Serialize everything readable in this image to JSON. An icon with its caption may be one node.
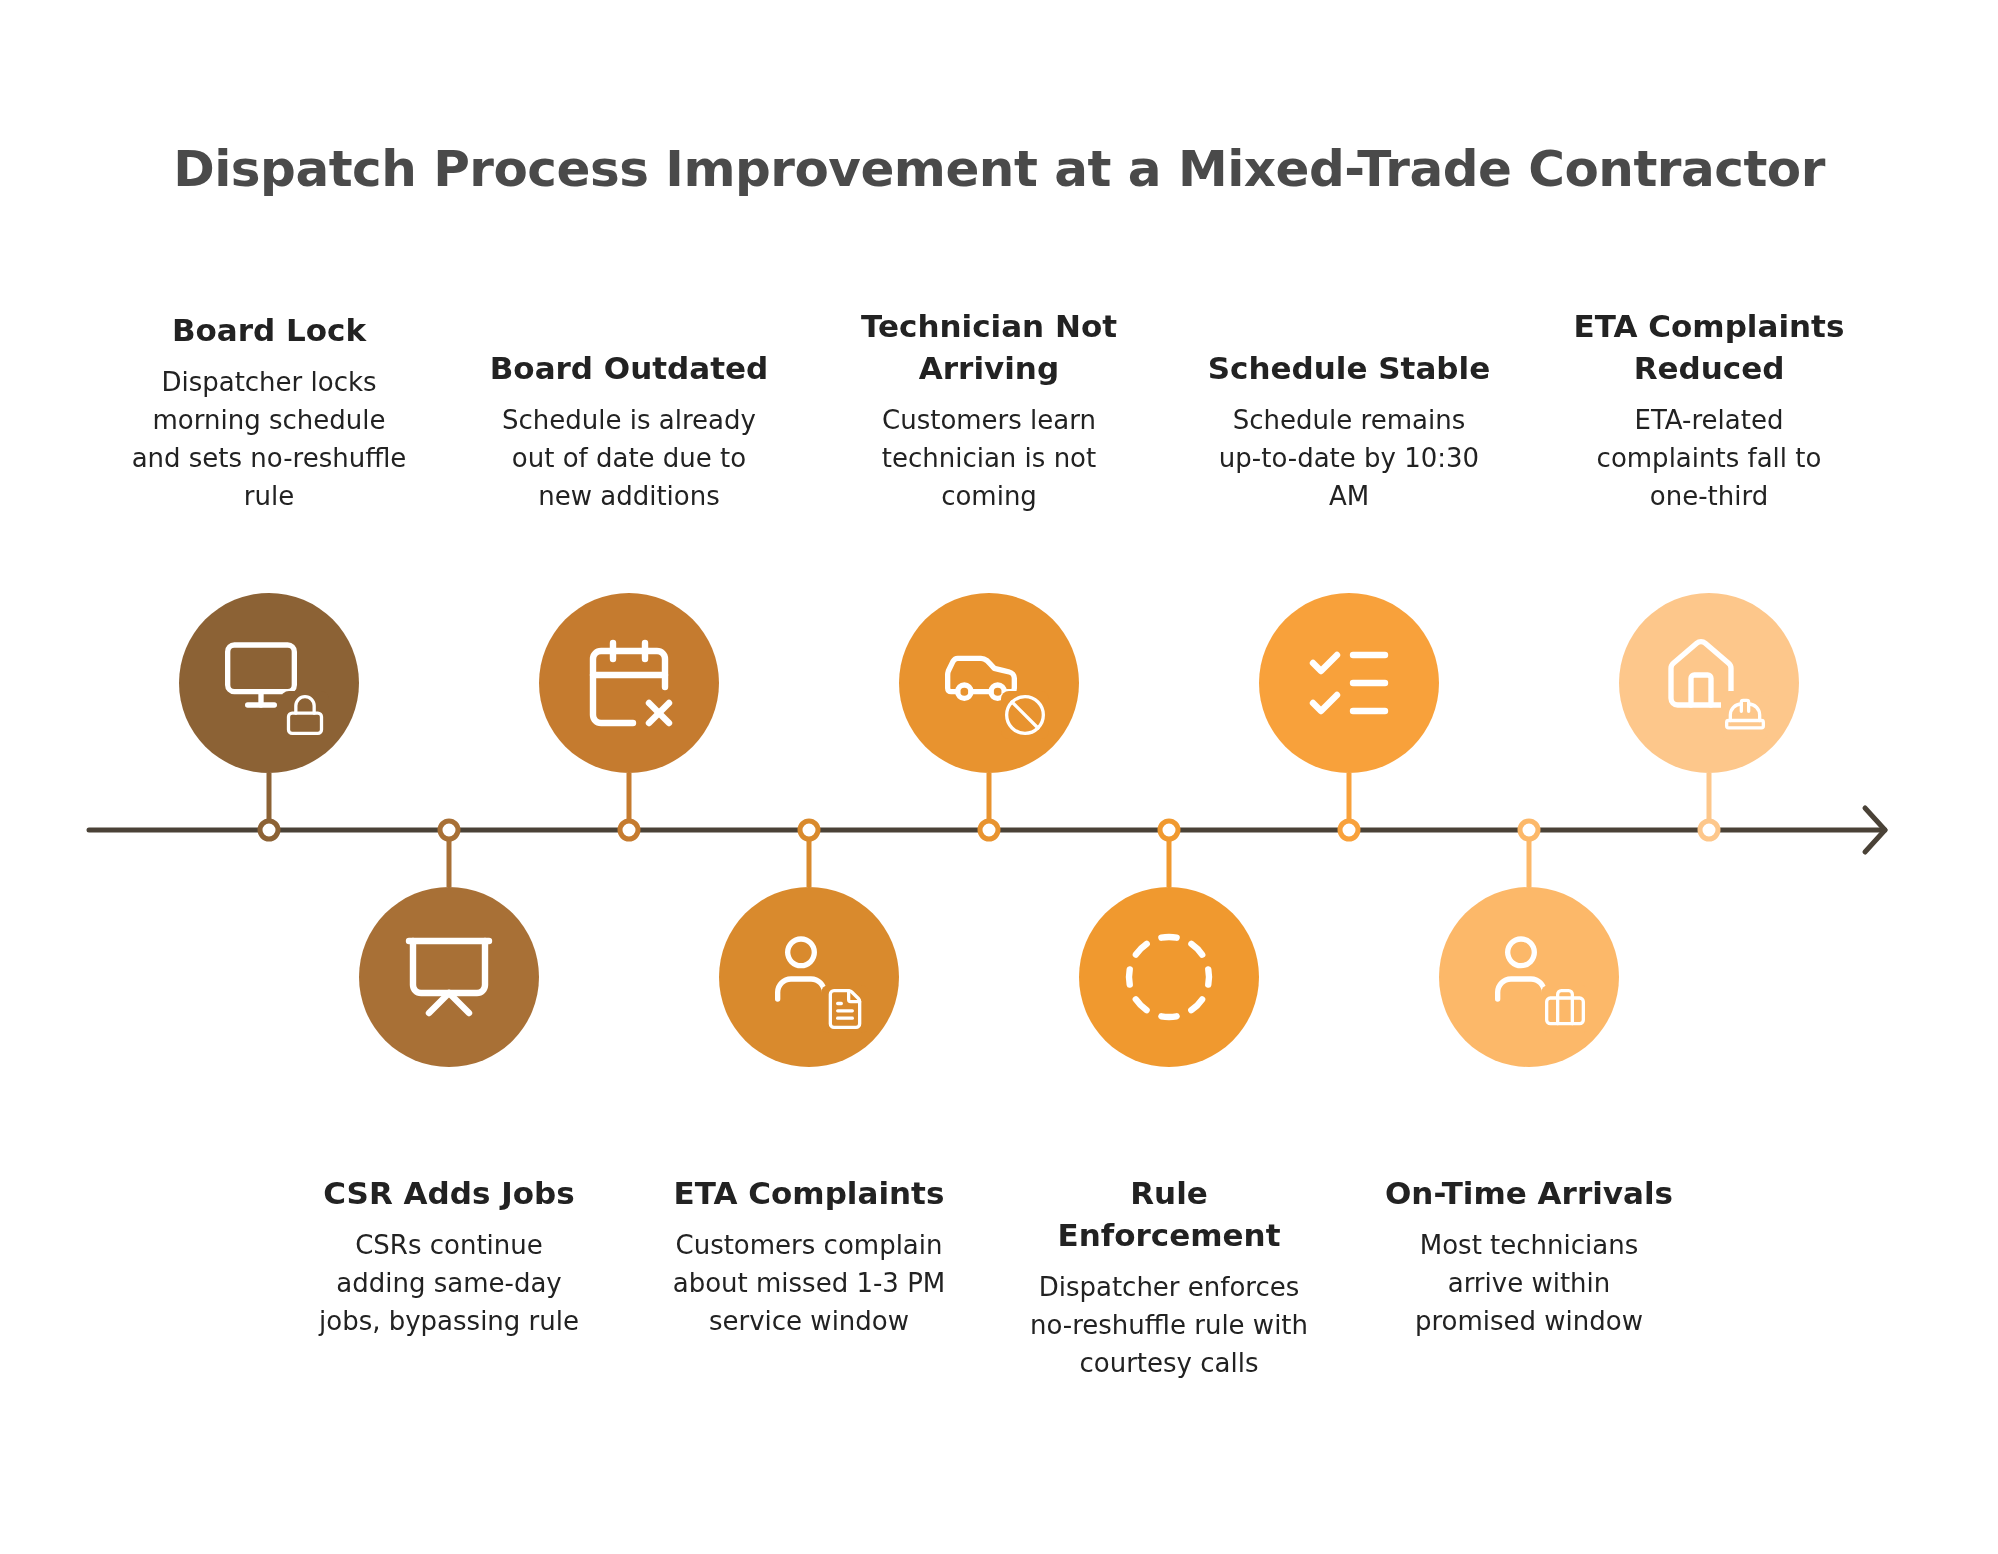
{
  "diagram": {
    "title": "Dispatch Process Improvement at a Mixed-Trade Contractor",
    "nodes": [
      {
        "text": [
          "Board Lock",
          "Dispatcher locks morning schedule and sets no-reshuffle rule"
        ]
      },
      {
        "text": [
          "CSR Adds Jobs",
          "CSRs continue adding same-day jobs, bypassing rule"
        ]
      },
      {
        "text": [
          "Board Outdated",
          "Schedule is already out of date due to new additions"
        ]
      },
      {
        "text": [
          "ETA Complaints",
          "Customers complain about missed 1-3 PM service window"
        ]
      },
      {
        "text": [
          "Technician Not Arriving",
          "Customers learn technician is not coming"
        ]
      },
      {
        "text": [
          "Rule Enforcement",
          "Dispatcher enforces no-reshuffle rule with courtesy calls"
        ]
      },
      {
        "text": [
          "Schedule Stable",
          "Schedule remains up-to-date by 10:30 AM"
        ]
      },
      {
        "text": [
          "On-Time Arrivals",
          "Most technicians arrive within promised window"
        ]
      },
      {
        "text": [
          "ETA Complaints Reduced",
          "ETA-related complaints fall to one-third"
        ]
      }
    ]
  }
}
